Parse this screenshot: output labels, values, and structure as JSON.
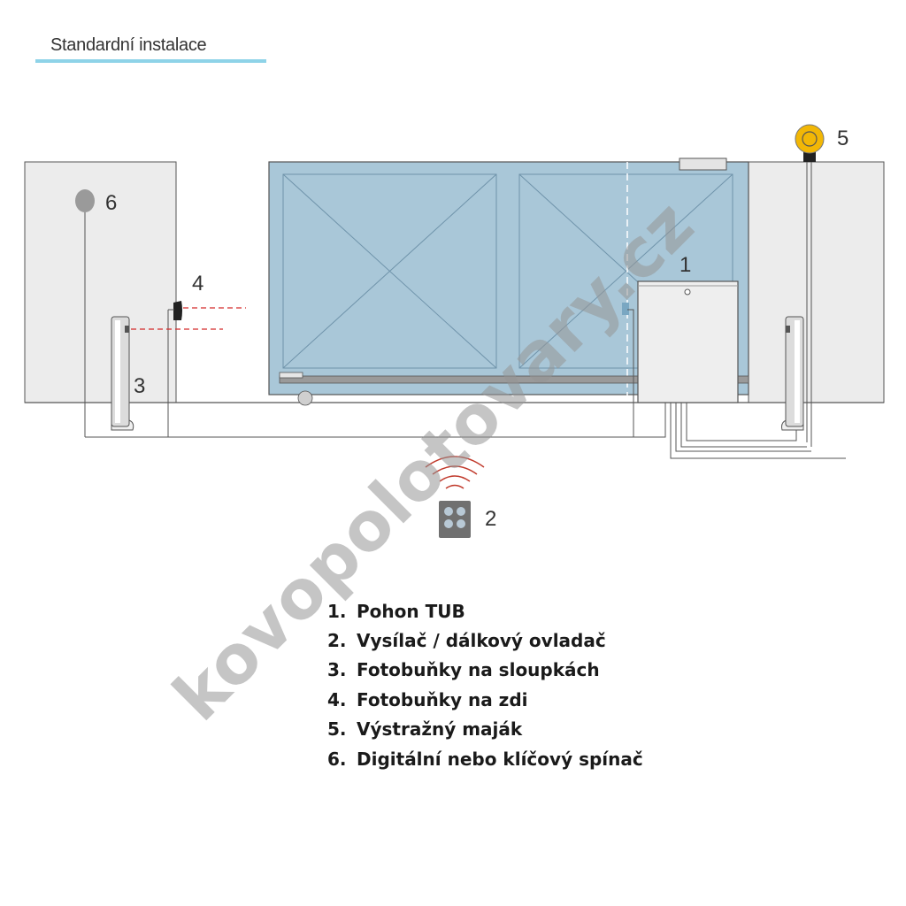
{
  "header": {
    "title": "Standardní instalace",
    "underline_color": "#8ed3e8"
  },
  "callouts": {
    "c1": "1",
    "c2": "2",
    "c3": "3",
    "c4": "4",
    "c5": "5",
    "c6": "6"
  },
  "legend": {
    "items": [
      {
        "num": "1.",
        "text": "Pohon TUB"
      },
      {
        "num": "2.",
        "text": "Vysílač / dálkový ovladač"
      },
      {
        "num": "3.",
        "text": "Fotobuňky na sloupkách"
      },
      {
        "num": "4.",
        "text": "Fotobuňky na zdi"
      },
      {
        "num": "5.",
        "text": "Výstražný maják"
      },
      {
        "num": "6.",
        "text": "Digitální nebo klíčový spínač"
      }
    ]
  },
  "watermark": "kovopolotovary.cz",
  "colors": {
    "gate_fill": "#a9c7d8",
    "wall_fill": "#ececec",
    "beam_red": "#d42a2a",
    "beacon_yellow": "#f2b705",
    "keypad_grey": "#9a9a9a"
  },
  "icons": {
    "remote": "remote-control-icon",
    "signal": "radio-waves-icon",
    "beacon": "warning-beacon-icon",
    "keyswitch": "key-switch-icon"
  }
}
